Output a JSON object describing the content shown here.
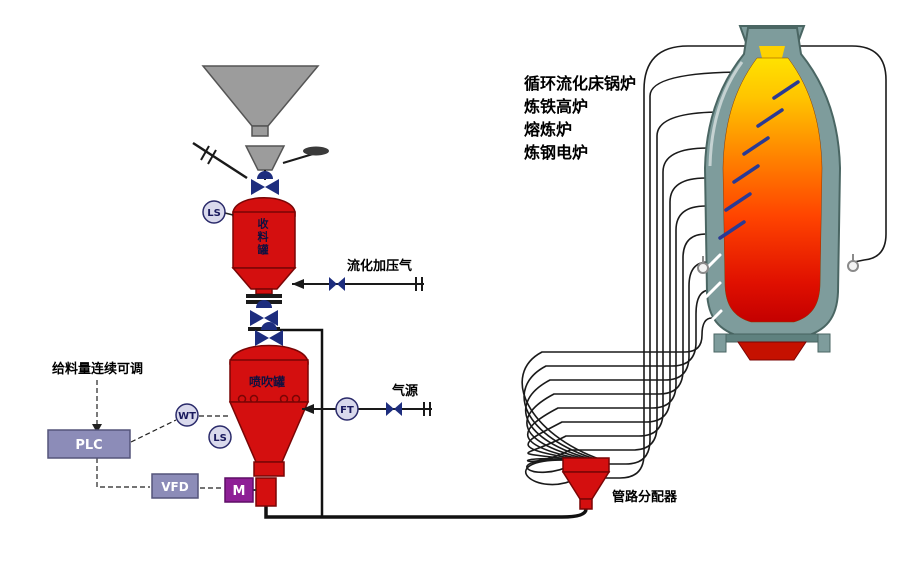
{
  "diagram": {
    "equipment": {
      "receiving_tank": "收料罐",
      "injection_tank": "喷吹罐",
      "distributor": "管路分配器"
    },
    "labels": {
      "fluidization_gas": "流化加压气",
      "gas_source": "气源",
      "feed_note": "给料量连续可调"
    },
    "instruments": {
      "ls": "LS",
      "wt": "WT",
      "ft": "FT"
    },
    "controls": {
      "plc": "PLC",
      "vfd": "VFD",
      "motor": "M"
    },
    "applications": [
      "循环流化床锅炉",
      "炼铁高炉",
      "熔炼炉",
      "炼钢电炉"
    ],
    "colors": {
      "vessel_red": "#d40f0f",
      "valve_navy": "#1d2d7e",
      "hopper_gray": "#9c9c9c",
      "control_box": "#8c8cb8",
      "motor_purple": "#8e1f96",
      "furnace_shell": "#7e9c9c",
      "melt_top": "#ffe200",
      "melt_bottom": "#c40000"
    }
  }
}
